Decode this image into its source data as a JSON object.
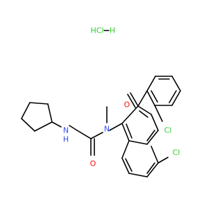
{
  "labels": {
    "hcl": "HCl",
    "hcl_h": "H",
    "carbonyl_o1": "O",
    "carbonyl_o2": "O",
    "amine_n": "N",
    "amine_h": "H",
    "amide_n": "N",
    "ring_cl_ortho": "Cl",
    "ring_cl_para": "Cl"
  },
  "colors": {
    "bond": "#000000",
    "chlorine": "#33cc33",
    "oxygen": "#ff0d0d",
    "nitrogen": "#3050f8"
  }
}
